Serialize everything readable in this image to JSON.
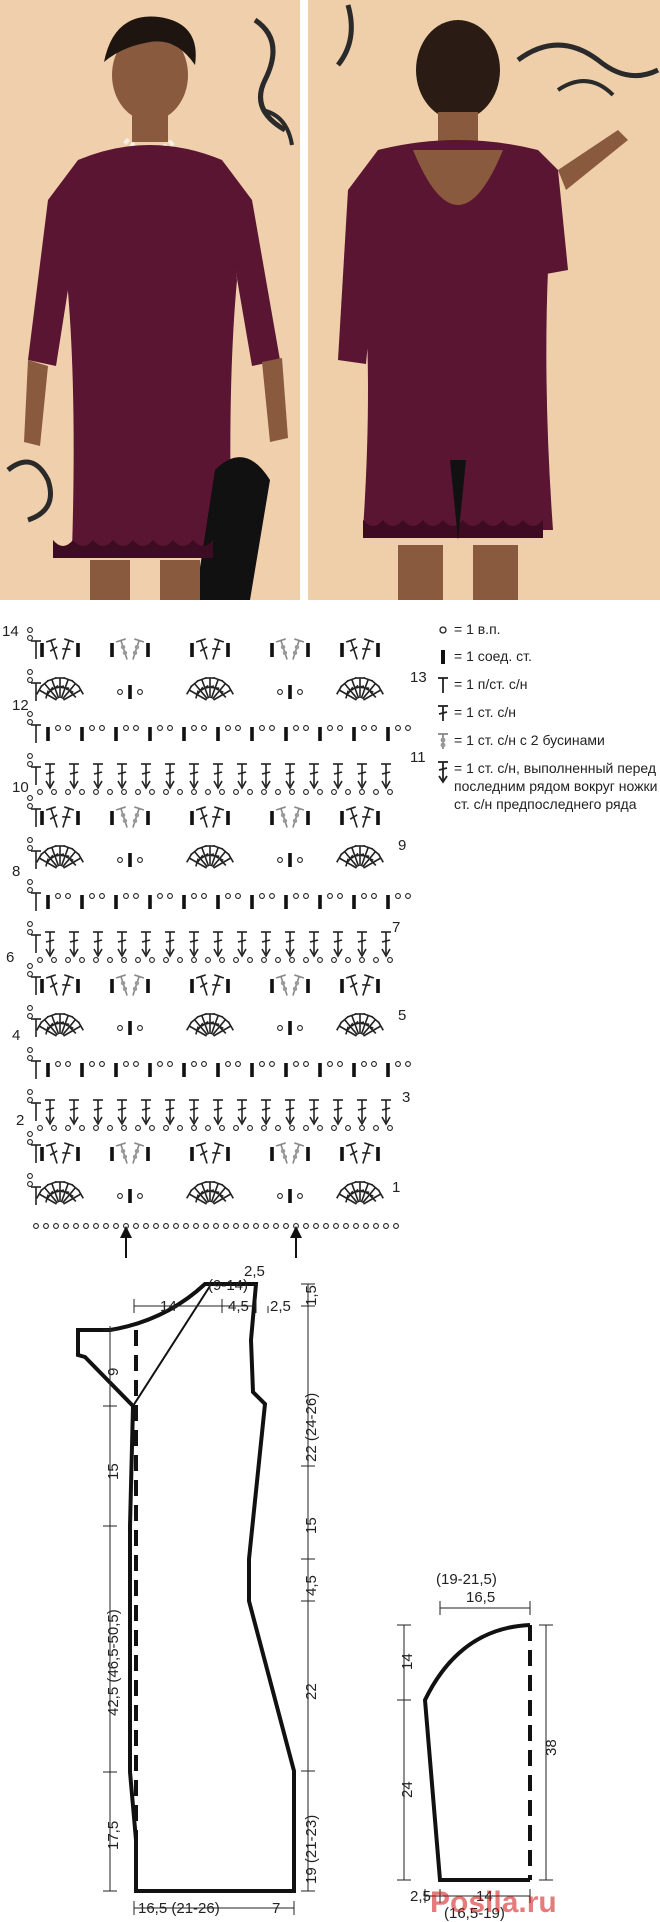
{
  "photos": [
    {
      "name": "front-view",
      "caption": ""
    },
    {
      "name": "back-view",
      "caption": ""
    }
  ],
  "colors": {
    "dress": "#5a1532",
    "wall": "#ecc9a3",
    "ink": "#222222",
    "bead": "#8a8a8a",
    "watermark": "#d01010"
  },
  "legend": [
    {
      "symbol": "chain-stitch-icon",
      "text": "= 1 в.п."
    },
    {
      "symbol": "slip-stitch-icon",
      "text": "= 1 соед. ст."
    },
    {
      "symbol": "half-double-icon",
      "text": "= 1 п/ст. с/н"
    },
    {
      "symbol": "double-crochet-icon",
      "text": "= 1 ст. с/н"
    },
    {
      "symbol": "bead-double-icon",
      "text": "= 1 ст. с/н с 2 бусинами"
    },
    {
      "symbol": "post-double-icon",
      "text": "= 1 ст. с/н, выполненный перед последним рядом вокруг ножки ст. с/н предпоследнего ряда"
    }
  ],
  "chart": {
    "left_rows": [
      "14",
      "12",
      "10",
      "8",
      "6",
      "4",
      "2"
    ],
    "right_rows": [
      "13",
      "11",
      "9",
      "7",
      "5",
      "3",
      "1"
    ]
  },
  "schematic": {
    "top_number": "2,5",
    "neck_width": "(9-14)",
    "shoulder": "14",
    "neck_step": "4,5",
    "neck_edge": "2,5",
    "top_right": "1,5",
    "left_top": "9",
    "left_armhole": "15",
    "left_length": "42,5 (46,5-50,5)",
    "left_bottom": "17,5",
    "right_upper": "22 (24-26)",
    "right_waist_top": "15",
    "right_waist": "4,5",
    "right_hip": "22",
    "right_bottom": "19 (21-23)",
    "bottom_width": "16,5 (21-26)",
    "bottom_side": "7"
  },
  "sleeve": {
    "top_width_alt": "(19-21,5)",
    "top_width": "16,5",
    "left_cap": "14",
    "left_len": "24",
    "right_len": "38",
    "bottom_edge": "2,5",
    "bottom_width": "14",
    "bottom_width_alt": "(16,5-19)"
  },
  "watermark": "Posila.ru"
}
